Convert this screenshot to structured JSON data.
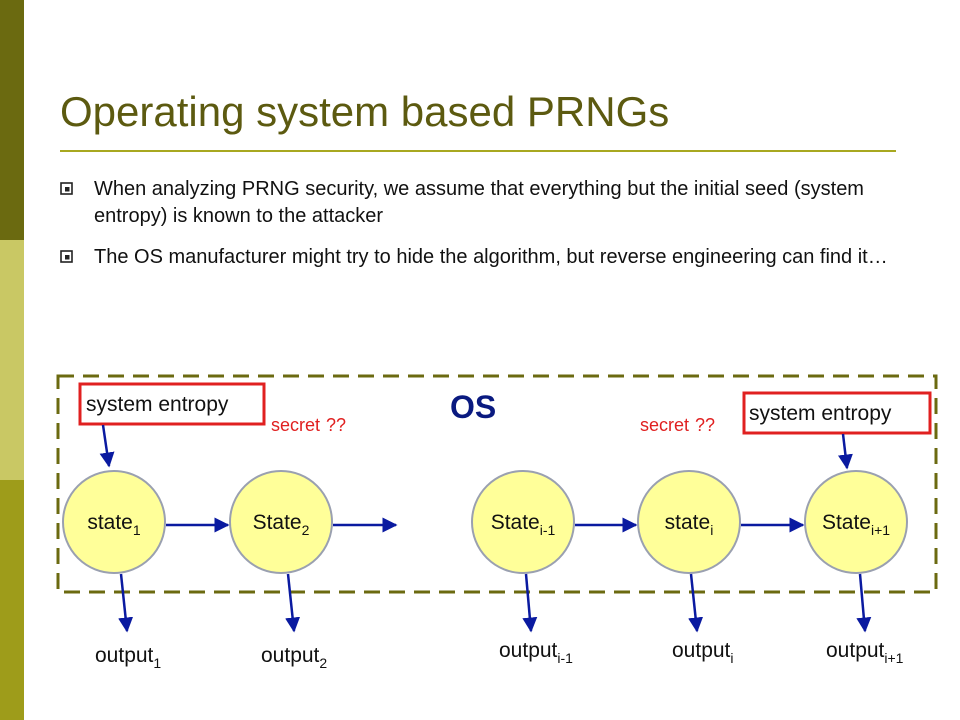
{
  "slide": {
    "title": "Operating system based PRNGs",
    "bullets": [
      "When analyzing PRNG security, we assume that everything but the initial seed (system entropy) is known to the attacker",
      "The OS manufacturer might try to hide the algorithm, but reverse engineering can find it…"
    ]
  },
  "diagram": {
    "os_label": "OS",
    "entropy_left": "system entropy",
    "entropy_right": "system entropy",
    "secret_left": "secret",
    "secret_left_q": "??",
    "secret_right": "secret",
    "secret_right_q": "??",
    "states": [
      {
        "base": "state",
        "sub": "1"
      },
      {
        "base": "State",
        "sub": "2"
      },
      {
        "base": "State",
        "sub": "i-1"
      },
      {
        "base": "state",
        "sub": "i"
      },
      {
        "base": "State",
        "sub": "i+1"
      }
    ],
    "outputs": [
      {
        "base": "output",
        "sub": "1"
      },
      {
        "base": "output",
        "sub": "2"
      },
      {
        "base": "output",
        "sub": "i-1"
      },
      {
        "base": "output",
        "sub": "i"
      },
      {
        "base": "output",
        "sub": "i+1"
      }
    ]
  },
  "colors": {
    "title": "#5c5a10",
    "bar_dark": "#6b6a10",
    "bar_light": "#c9c864",
    "bar_mid": "#9e9c1a",
    "node_fill": "#ffff99",
    "node_stroke": "#9aa0b0",
    "arrow": "#0a1aa0",
    "highlight_box": "#e02020",
    "dashed_border": "#6b6a10"
  }
}
